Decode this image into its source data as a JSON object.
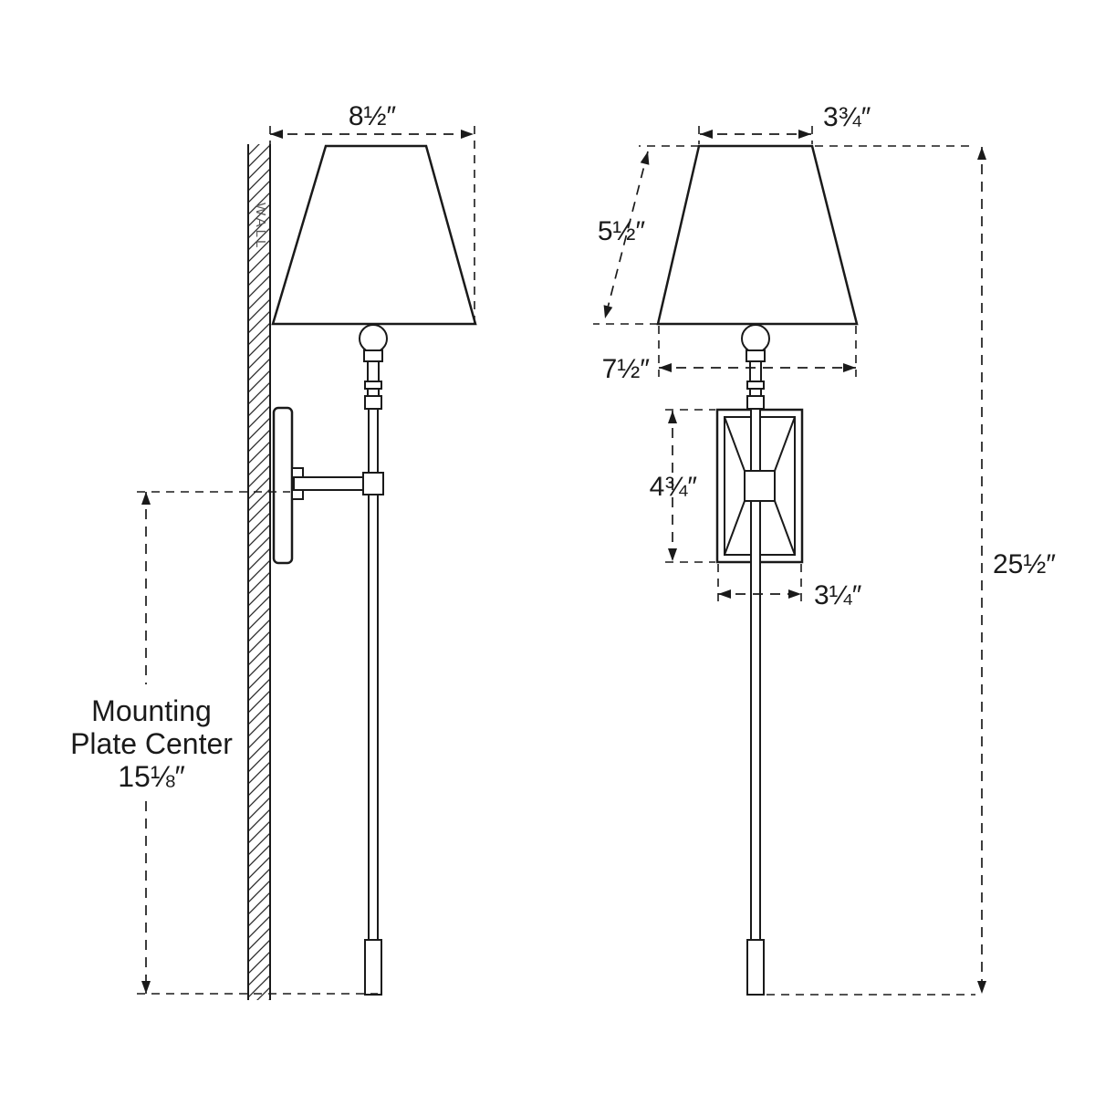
{
  "labels": {
    "wall": "WALL",
    "shade_width_side": "8½″",
    "shade_top_width": "3¾″",
    "shade_slant_height": "5½″",
    "shade_bottom_width": "7½″",
    "backplate_height": "4¾″",
    "backplate_width": "3¼″",
    "overall_height": "25½″",
    "mounting_line1": "Mounting",
    "mounting_line2": "Plate Center",
    "mounting_value": "15⅛″"
  },
  "colors": {
    "line": "#1a1a1a",
    "background": "#ffffff"
  }
}
